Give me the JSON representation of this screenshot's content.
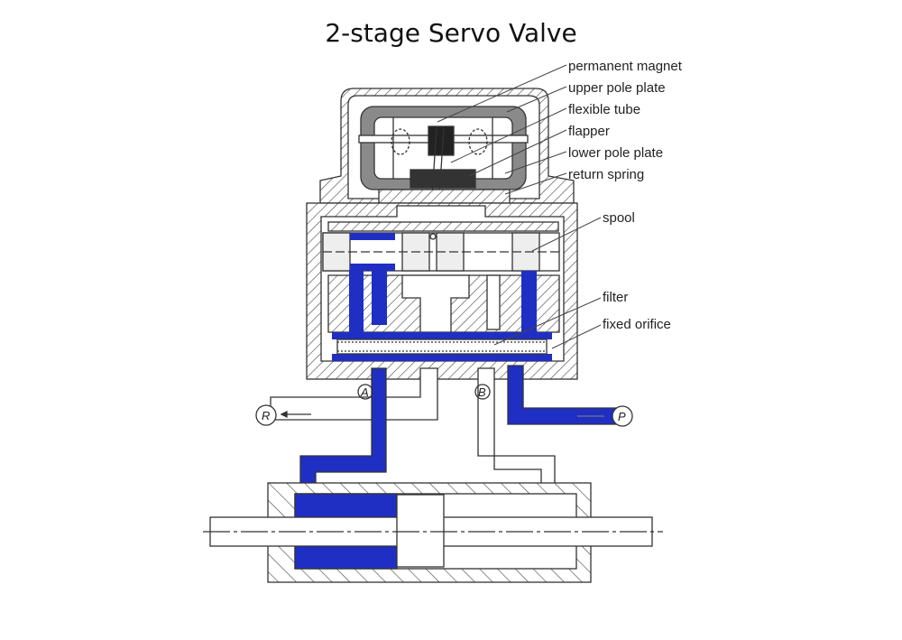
{
  "title": "2-stage Servo Valve",
  "labels": {
    "permanent_magnet": "permanent magnet",
    "upper_pole_plate": "upper pole plate",
    "flexible_tube": "flexible tube",
    "flapper": "flapper",
    "lower_pole_plate": "lower pole plate",
    "return_spring": "return spring",
    "spool": "spool",
    "filter": "filter",
    "fixed_orifice": "fixed orifice"
  },
  "ports": {
    "a": "A",
    "b": "B",
    "r": "R",
    "p": "P"
  },
  "colors": {
    "fluid": "#1f2fc4",
    "magnet": "#8a8a8a",
    "line": "#333333"
  }
}
